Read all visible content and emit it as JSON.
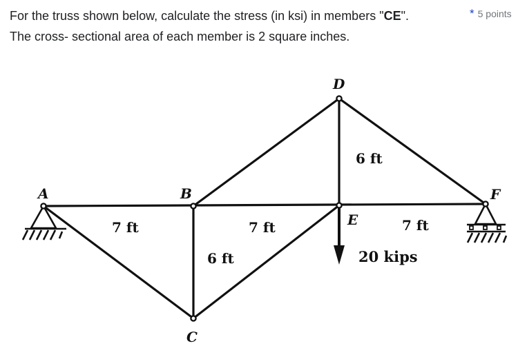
{
  "question": {
    "line1_prefix": "For the truss shown below, calculate the stress (in ksi) in members \"",
    "line1_bold": "CE",
    "line1_suffix": "\".",
    "line2": "The cross- sectional area of each member is  2 square inches.",
    "required_marker": "*",
    "points": "5 points"
  },
  "diagram": {
    "nodes": {
      "A": "A",
      "B": "B",
      "C": "C",
      "D": "D",
      "E": "E",
      "F": "F"
    },
    "dimensions": {
      "AB": "7 ft",
      "BE": "7 ft",
      "EF": "7 ft",
      "DE": "6 ft",
      "BC": "6 ft"
    },
    "load": {
      "label": "20 kips",
      "at_node": "E",
      "direction": "down"
    },
    "supports": {
      "A": "pin",
      "F": "roller"
    },
    "members": [
      "AB",
      "BE",
      "EF",
      "AC",
      "BC",
      "CE",
      "BD",
      "DE",
      "DF"
    ]
  }
}
